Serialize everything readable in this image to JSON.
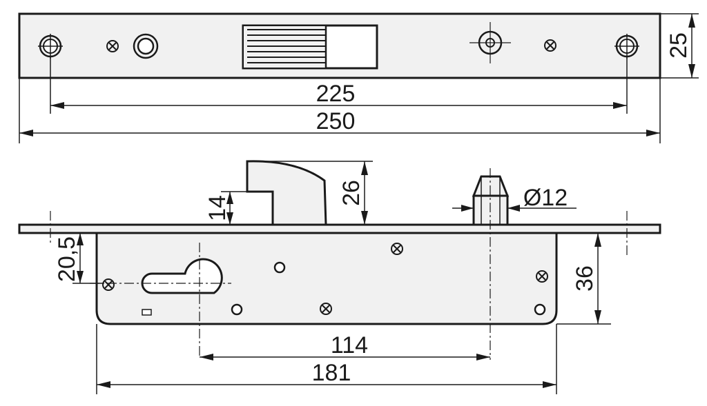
{
  "dimensions": {
    "hole_spacing": "225",
    "faceplate_length": "250",
    "faceplate_width": "25",
    "latch_height": "26",
    "latch_step": "14",
    "bolt_diameter": "Ø12",
    "cylinder_offset": "20,5",
    "backset": "36",
    "center_distance": "114",
    "case_length": "181"
  },
  "colors": {
    "line": "#1a1a1a",
    "fill": "#f1f1f1",
    "background": "#ffffff"
  }
}
